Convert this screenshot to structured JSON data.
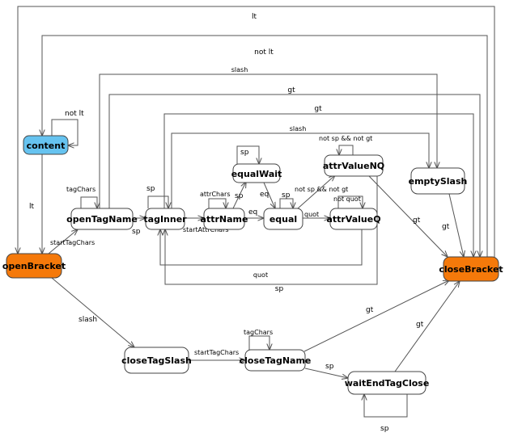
{
  "colors": {
    "content_fill": "#66c3f0",
    "bracket_fill": "#f5790a",
    "state_fill": "#ffffff",
    "edge": "#555555"
  },
  "nodes": {
    "content": "content",
    "openBracket": "openBracket",
    "openTagName": "openTagName",
    "tagInner": "tagInner",
    "attrName": "attrName",
    "equalWait": "equalWait",
    "equal": "equal",
    "attrValueNQ": "attrValueNQ",
    "attrValueQ": "attrValueQ",
    "emptySlash": "emptySlash",
    "closeBracket": "closeBracket",
    "closeTagSlash": "closeTagSlash",
    "closeTagName": "closeTagName",
    "waitEndTagClose": "waitEndTagClose"
  },
  "edges": {
    "closeBracket_to_openBracket": "lt",
    "closeBracket_to_content": "not lt",
    "content_self": "not lt",
    "content_to_openBracket": "lt",
    "openBracket_to_openTagName": "startTagChars",
    "openTagName_self": "tagChars",
    "openTagName_to_tagInner": "sp",
    "openTagName_to_emptySlash": "slash",
    "openTagName_to_closeBracket": "gt",
    "tagInner_self": "sp",
    "tagInner_to_attrName": "startAttrChars",
    "tagInner_to_emptySlash": "slash",
    "tagInner_to_closeBracket": "gt",
    "attrName_self": "attrChars",
    "attrName_to_equalWait": "sp",
    "attrName_to_equal": "eq",
    "equalWait_self": "sp",
    "equalWait_to_equal": "eq",
    "equal_self": "sp",
    "equal_to_attrValueQ": "quot",
    "equal_to_attrValueNQ": "not sp && not gt",
    "attrValueNQ_self": "not sp && not gt",
    "attrValueNQ_to_closeBracket": "gt",
    "attrValueNQ_to_tagInner": "sp",
    "attrValueQ_self": "not quot",
    "attrValueQ_to_tagInner": "quot",
    "emptySlash_to_closeBracket": "gt",
    "openBracket_to_closeTagSlash": "slash",
    "closeTagSlash_to_closeTagName": "startTagChars",
    "closeTagName_self": "tagChars",
    "closeTagName_to_closeBracket": "gt",
    "closeTagName_to_waitEndTagClose": "sp",
    "waitEndTagClose_self": "sp",
    "waitEndTagClose_to_closeBracket": "gt"
  }
}
